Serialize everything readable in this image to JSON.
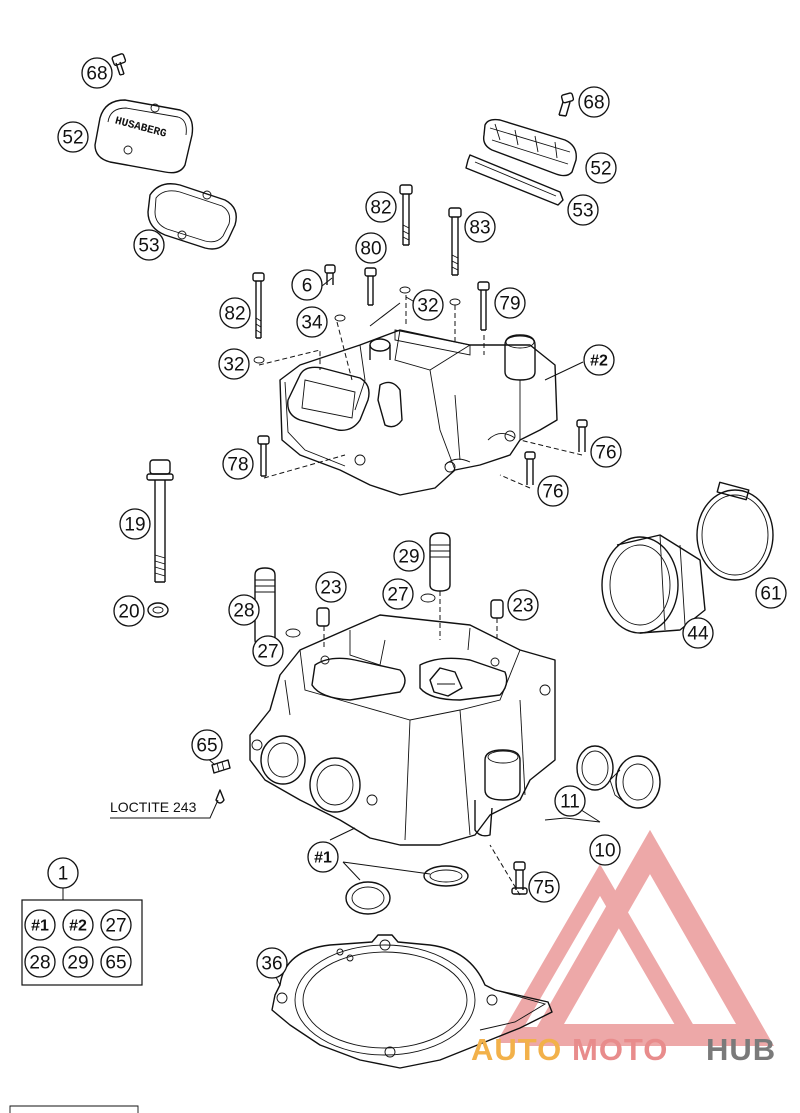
{
  "diagram": {
    "callouts": [
      {
        "label": "68"
      },
      {
        "label": "52"
      },
      {
        "label": "53"
      },
      {
        "label": "68"
      },
      {
        "label": "52"
      },
      {
        "label": "53"
      },
      {
        "label": "82"
      },
      {
        "label": "83"
      },
      {
        "label": "80"
      },
      {
        "label": "6"
      },
      {
        "label": "32"
      },
      {
        "label": "79"
      },
      {
        "label": "82"
      },
      {
        "label": "34"
      },
      {
        "label": "32"
      },
      {
        "label": "#2"
      },
      {
        "label": "78"
      },
      {
        "label": "76"
      },
      {
        "label": "76"
      },
      {
        "label": "19"
      },
      {
        "label": "29"
      },
      {
        "label": "23"
      },
      {
        "label": "27"
      },
      {
        "label": "23"
      },
      {
        "label": "28"
      },
      {
        "label": "20"
      },
      {
        "label": "27"
      },
      {
        "label": "44"
      },
      {
        "label": "61"
      },
      {
        "label": "65"
      },
      {
        "label": "11"
      },
      {
        "label": "10"
      },
      {
        "label": "#1"
      },
      {
        "label": "75"
      },
      {
        "label": "1"
      },
      {
        "label": "36"
      }
    ],
    "kit_items": [
      {
        "label": "#1"
      },
      {
        "label": "#2"
      },
      {
        "label": "27"
      },
      {
        "label": "28"
      },
      {
        "label": "29"
      },
      {
        "label": "65"
      }
    ],
    "loctite_label": "LOCTITE 243",
    "cover_logo": "HUSABERG",
    "watermark": {
      "auto": "AUTO",
      "moto": "MOTO",
      "hub": "HUB"
    },
    "colors": {
      "watermark_red": "#e88c8c",
      "watermark_orange": "#f2b14a",
      "watermark_gray": "#7a7a7a"
    }
  }
}
